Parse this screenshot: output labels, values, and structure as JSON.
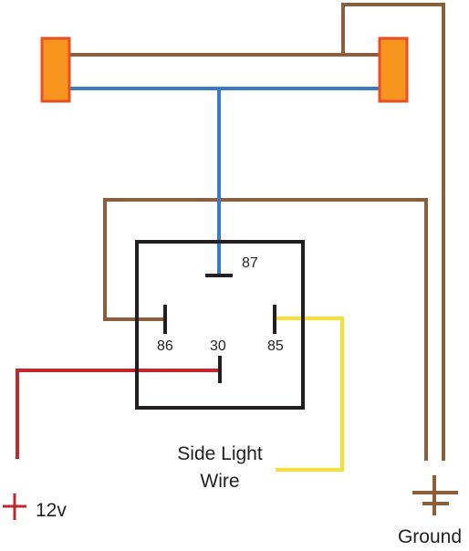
{
  "relay": {
    "pins": {
      "p87": "87",
      "p86": "86",
      "p30": "30",
      "p85": "85"
    }
  },
  "labels": {
    "side_light_line1": "Side Light",
    "side_light_line2": "Wire",
    "supply": "12v",
    "ground": "Ground"
  },
  "symbols": {
    "positive": "plus-symbol",
    "ground": "ground-symbol"
  },
  "colors": {
    "brown_wire": "#8b5e3c",
    "blue_wire": "#3a7cc4",
    "red_wire": "#c1272d",
    "yellow_wire": "#f5e130",
    "lamp_fill": "#f7941d",
    "lamp_border": "#e94e24",
    "relay_outline": "#231f20"
  }
}
